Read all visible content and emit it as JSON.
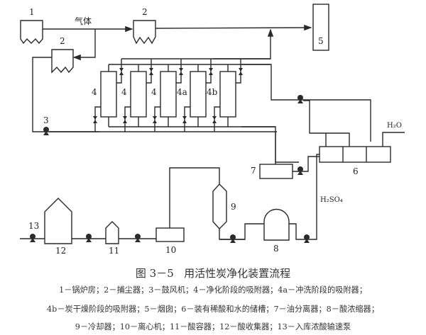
{
  "figure": {
    "number_label": "图 3－5",
    "title": "用活性炭净化装置流程"
  },
  "labels": {
    "boiler": "1",
    "dust_collector_top": "2",
    "dust_collector_left": "2",
    "gas": "气体",
    "chimney": "5",
    "fan": "3",
    "adsorbers": [
      "4",
      "4",
      "4",
      "4a",
      "4b"
    ],
    "storage_tank": "6",
    "oil_separator": "7",
    "acid_concentrator": "8",
    "cooler": "9",
    "centrifuge": "10",
    "acid_container": "11",
    "acid_collector": "12",
    "transfer_pump": "13",
    "water": "H₂O",
    "sulfuric_acid": "H₂SO₄"
  },
  "legend": {
    "line1": "1－锅炉房；2－捕尘器；3－鼓风机；4－净化阶段的吸附器；4a－冲洗阶段的吸附器；",
    "line2": "4b－炭干燥阶段的吸附器；5－烟囱；6－装有稀酸和水的储槽；7－油分离器；8－酸浓缩器；",
    "line3": "9－冷却器；10－离心机；11－酸容器；12－酸收集器；13－入库浓酸输速泵"
  }
}
